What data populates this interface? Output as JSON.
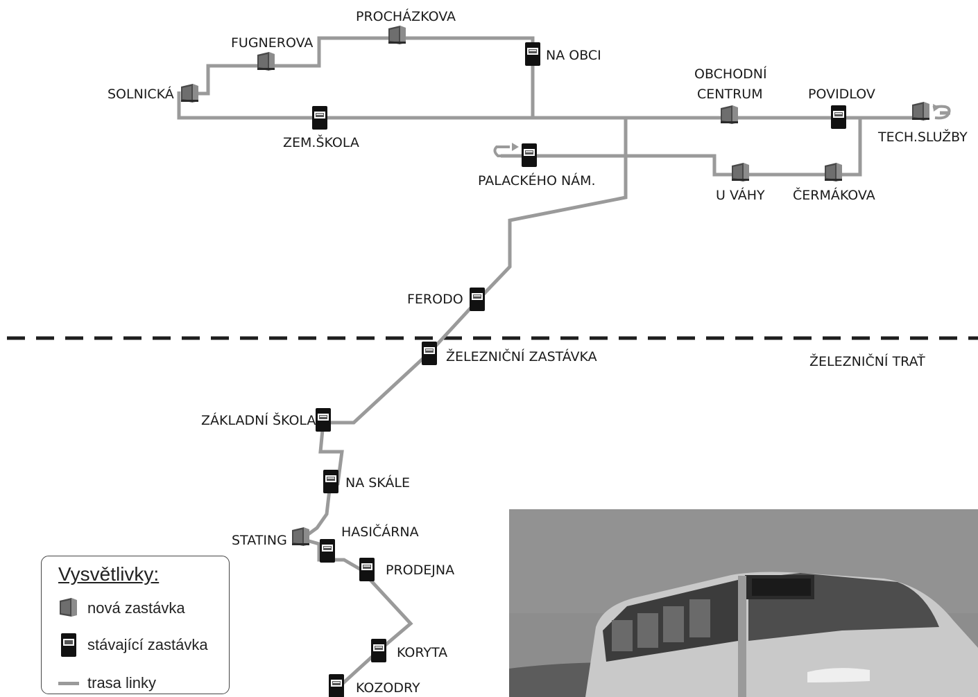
{
  "map": {
    "stops": {
      "prochazkova": "PROCHÁZKOVA",
      "fugnerova": "FUGNEROVA",
      "na_obci": "NA OBCI",
      "solnicka": "SOLNICKÁ",
      "zem_skola": "ZEM.ŠKOLA",
      "obchodni_centrum_1": "OBCHODNÍ",
      "obchodni_centrum_2": "CENTRUM",
      "povidlov": "POVIDLOV",
      "tech_sluzby": "TECH.SLUŽBY",
      "palackeho_nam": "PALACKÉHO NÁM.",
      "u_vahy": "U VÁHY",
      "cermakova": "ČERMÁKOVA",
      "ferodo": "FERODO",
      "zeleznicni_zastavka": "ŽELEZNIČNÍ ZASTÁVKA",
      "zakladni_skola": "ZÁKLADNÍ ŠKOLA",
      "na_skale": "NA SKÁLE",
      "stating": "STATING",
      "hasicarna": "HASIČÁRNA",
      "prodejna": "PRODEJNA",
      "koryta": "KORYTA",
      "kozodry": "KOZODRY"
    },
    "railway_label": "ŽELEZNIČNÍ TRAŤ",
    "colors": {
      "route": "#9a9a9a",
      "rail": "#1e1e1e",
      "text": "#1a1a1a"
    }
  },
  "legend": {
    "title": "Vysvětlivky:",
    "new_stop": "nová zastávka",
    "existing_stop": "stávající zastávka",
    "route_line": "trasa linky"
  }
}
